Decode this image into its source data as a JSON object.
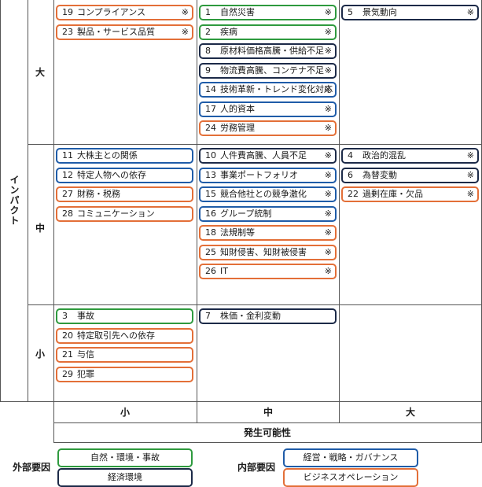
{
  "colors": {
    "green": "#2e9a3e",
    "navy": "#1c2a48",
    "blue": "#1f5ca8",
    "orange": "#e36f38"
  },
  "axes": {
    "y_title": "インパクト",
    "y_levels": [
      "大",
      "中",
      "小"
    ],
    "x_levels": [
      "小",
      "中",
      "大"
    ],
    "x_title": "発生可能性"
  },
  "cells": [
    {
      "impact": "大",
      "likelihood": "小",
      "items": [
        {
          "num": "19",
          "label": "コンプライアンス",
          "mark": "※",
          "color": "orange"
        },
        {
          "num": "23",
          "label": "製品・サービス品質",
          "mark": "※",
          "color": "orange"
        }
      ]
    },
    {
      "impact": "大",
      "likelihood": "中",
      "items": [
        {
          "num": "1",
          "label": "自然災害",
          "mark": "※",
          "color": "green"
        },
        {
          "num": "2",
          "label": "疾病",
          "mark": "※",
          "color": "green"
        },
        {
          "num": "8",
          "label": "原材料価格高騰・供給不足",
          "mark": "※",
          "color": "navy"
        },
        {
          "num": "9",
          "label": "物流費高騰、コンテナ不足",
          "mark": "※",
          "color": "navy"
        },
        {
          "num": "14",
          "label": "技術革新・トレンド変化対応",
          "mark": "※",
          "color": "blue"
        },
        {
          "num": "17",
          "label": "人的資本",
          "mark": "※",
          "color": "blue"
        },
        {
          "num": "24",
          "label": "労務管理",
          "mark": "※",
          "color": "orange"
        }
      ]
    },
    {
      "impact": "大",
      "likelihood": "大",
      "items": [
        {
          "num": "5",
          "label": "景気動向",
          "mark": "※",
          "color": "navy"
        }
      ]
    },
    {
      "impact": "中",
      "likelihood": "小",
      "items": [
        {
          "num": "11",
          "label": "大株主との関係",
          "mark": "",
          "color": "blue"
        },
        {
          "num": "12",
          "label": "特定人物への依存",
          "mark": "",
          "color": "blue"
        },
        {
          "num": "27",
          "label": "財務・税務",
          "mark": "",
          "color": "orange"
        },
        {
          "num": "28",
          "label": "コミュニケーション",
          "mark": "",
          "color": "orange"
        }
      ]
    },
    {
      "impact": "中",
      "likelihood": "中",
      "items": [
        {
          "num": "10",
          "label": "人件費高騰、人員不足",
          "mark": "※",
          "color": "navy"
        },
        {
          "num": "13",
          "label": "事業ポートフォリオ",
          "mark": "※",
          "color": "blue"
        },
        {
          "num": "15",
          "label": "競合他社との競争激化",
          "mark": "※",
          "color": "blue"
        },
        {
          "num": "16",
          "label": "グループ統制",
          "mark": "※",
          "color": "blue"
        },
        {
          "num": "18",
          "label": "法規制等",
          "mark": "※",
          "color": "orange"
        },
        {
          "num": "25",
          "label": "知財侵害、知財被侵害",
          "mark": "※",
          "color": "orange"
        },
        {
          "num": "26",
          "label": "IT",
          "mark": "※",
          "color": "orange"
        }
      ]
    },
    {
      "impact": "中",
      "likelihood": "大",
      "items": [
        {
          "num": "4",
          "label": "政治的混乱",
          "mark": "※",
          "color": "navy"
        },
        {
          "num": "6",
          "label": "為替変動",
          "mark": "※",
          "color": "navy"
        },
        {
          "num": "22",
          "label": "過剰在庫・欠品",
          "mark": "※",
          "color": "orange"
        }
      ]
    },
    {
      "impact": "小",
      "likelihood": "小",
      "items": [
        {
          "num": "3",
          "label": "事故",
          "mark": "",
          "color": "green"
        },
        {
          "num": "20",
          "label": "特定取引先への依存",
          "mark": "",
          "color": "orange"
        },
        {
          "num": "21",
          "label": "与信",
          "mark": "",
          "color": "orange"
        },
        {
          "num": "29",
          "label": "犯罪",
          "mark": "",
          "color": "orange"
        }
      ]
    },
    {
      "impact": "小",
      "likelihood": "中",
      "items": [
        {
          "num": "7",
          "label": "株価・金利変動",
          "mark": "",
          "color": "navy"
        }
      ]
    },
    {
      "impact": "小",
      "likelihood": "大",
      "items": []
    }
  ],
  "legend": {
    "external_label": "外部要因",
    "internal_label": "内部要因",
    "external": [
      {
        "label": "自然・環境・事故",
        "color": "green"
      },
      {
        "label": "経済環境",
        "color": "navy"
      }
    ],
    "internal": [
      {
        "label": "経営・戦略・ガバナンス",
        "color": "blue"
      },
      {
        "label": "ビジネスオペレーション",
        "color": "orange"
      }
    ]
  }
}
